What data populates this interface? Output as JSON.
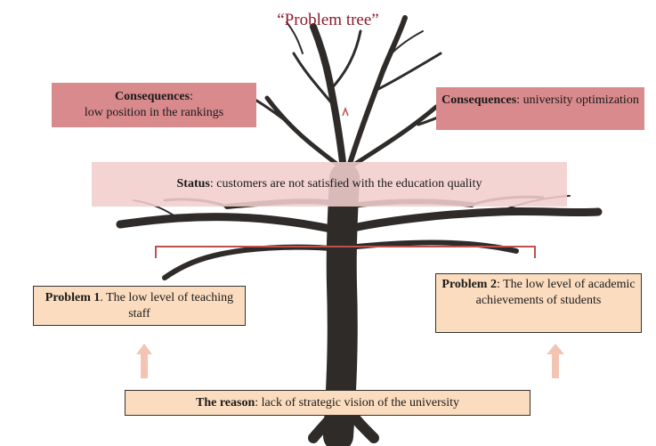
{
  "title": "“Problem tree”",
  "consequence_left": {
    "label": "Consequences",
    "text": "low position in the rankings"
  },
  "consequence_right": {
    "label": "Consequences",
    "text": "university optimization"
  },
  "status": {
    "label": "Status",
    "text": "customers are not satisfied with the education quality"
  },
  "problem_1": {
    "label": "Problem 1",
    "text": "The low level of teaching staff"
  },
  "problem_2": {
    "label": "Problem 2",
    "text": "The low level of academic achievements of students"
  },
  "reason": {
    "label": "The reason",
    "text": "lack of strategic vision of the university"
  },
  "colors": {
    "title": "#8b1a2a",
    "consequence": "#d98a8d",
    "status": "#f2cdcd",
    "problem": "#fbdcbf",
    "arrow": "#f3c4b4",
    "bracket": "#c0504d",
    "tree": "#2b2b2b"
  }
}
